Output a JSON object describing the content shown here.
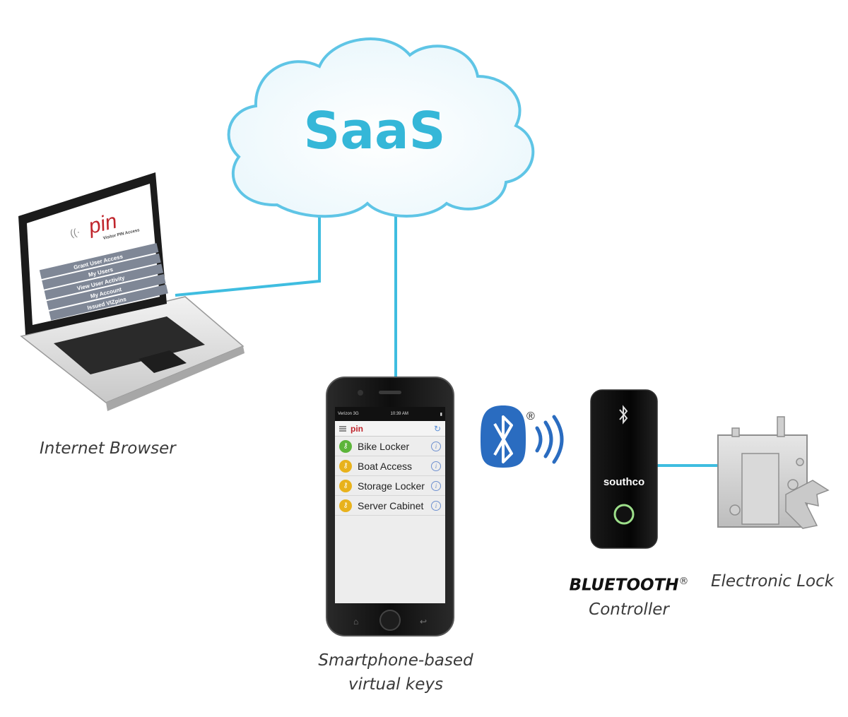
{
  "cloud": {
    "label": "SaaS"
  },
  "laptop": {
    "logo_text": "pin",
    "logo_tagline": "Visitor PIN Access",
    "menu_items": [
      "Grant User Access",
      "My Users",
      "View User Activity",
      "My Account",
      "Issued VIZpins"
    ]
  },
  "phone": {
    "status_left": "Verizon 3G",
    "status_time": "10:39 AM",
    "app_logo": "pin",
    "locks": [
      {
        "label": "Bike Locker",
        "status": "green"
      },
      {
        "label": "Boat Access",
        "status": "yellow"
      },
      {
        "label": "Storage Locker",
        "status": "yellow"
      },
      {
        "label": "Server Cabinet",
        "status": "yellow"
      }
    ]
  },
  "controller": {
    "brand": "southco"
  },
  "bluetooth": {
    "registered_mark": "®"
  },
  "captions": {
    "laptop": "Internet Browser",
    "phone_line1": "Smartphone-based",
    "phone_line2": "virtual keys",
    "controller_bold": "BLUETOOTH",
    "controller_reg": "®",
    "controller_line2": "Controller",
    "lock": "Electronic Lock"
  },
  "colors": {
    "connection": "#3fbde0",
    "cloud_text": "#35b7d8",
    "cloud_outline": "#5fc5e6",
    "bluetooth": "#2a6cc0",
    "status_green": "#5cb53a",
    "status_yellow": "#e8b21c",
    "logo_red": "#c0262d"
  }
}
